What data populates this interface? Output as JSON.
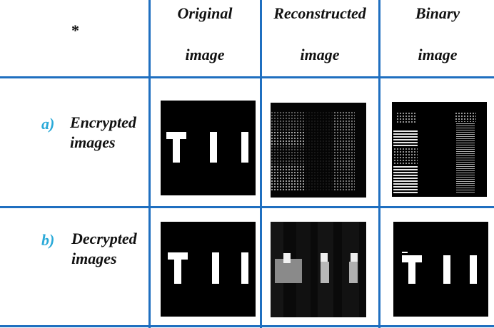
{
  "table": {
    "corner": "*",
    "columns": [
      {
        "line1": "Original",
        "line2": "image"
      },
      {
        "line1": "Reconstructed",
        "line2": "image"
      },
      {
        "line1": "Binary",
        "line2": "image"
      }
    ],
    "rows": [
      {
        "letter": "a)",
        "line1": "Encrypted",
        "line2": "images"
      },
      {
        "letter": "b)",
        "line1": "Decrypted",
        "line2": "images"
      }
    ]
  },
  "colors": {
    "grid_lines": "#1f6fc0",
    "row_letters": "#29a9d8"
  }
}
